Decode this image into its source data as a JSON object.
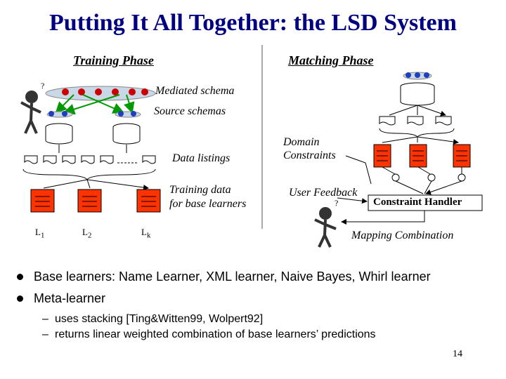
{
  "title": "Putting It All Together: the LSD System",
  "training": {
    "phase_label": "Training Phase",
    "mediated_schema": "Mediated schema",
    "source_schemas": "Source schemas",
    "data_listings": "Data listings",
    "training_data_line1": "Training data",
    "training_data_line2": "for base learners",
    "learners": [
      {
        "base": "L",
        "sub": "1"
      },
      {
        "base": "L",
        "sub": "2"
      },
      {
        "base": "L",
        "sub": "k"
      }
    ]
  },
  "matching": {
    "phase_label": "Matching Phase",
    "domain_constraints_line1": "Domain",
    "domain_constraints_line2": "Constraints",
    "user_feedback": "User Feedback",
    "constraint_handler": "Constraint Handler",
    "mapping_combination": "Mapping Combination"
  },
  "bullets": [
    "Base learners: Name Learner, XML learner, Naive Bayes, Whirl learner",
    "Meta-learner"
  ],
  "sub_bullets": [
    "uses stacking [Ting&Witten99, Wolpert92]",
    "returns linear weighted combination of base learners’ predictions"
  ],
  "page_number": "14",
  "colors": {
    "title": "#000080",
    "learner_fill": "#ff3300",
    "node_red": "#cc0000",
    "node_blue": "#1f3fbf",
    "arrow_green": "#009900"
  }
}
